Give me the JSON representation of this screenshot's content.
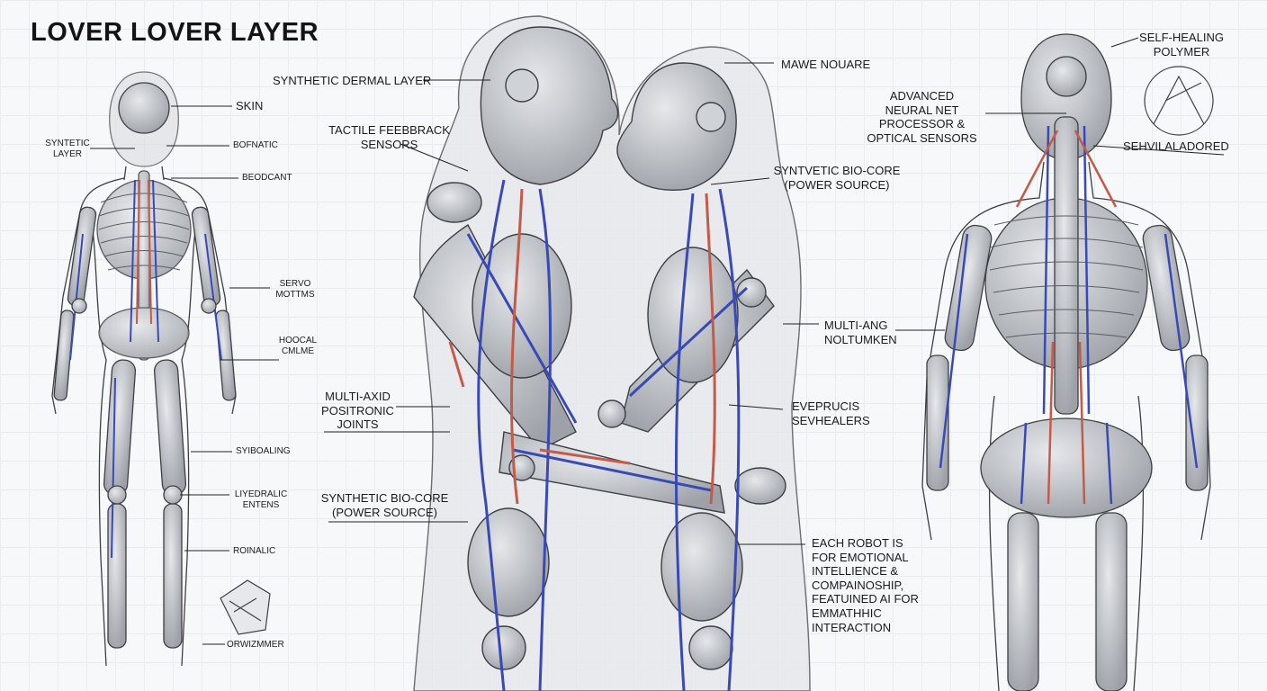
{
  "title": "LOVER LOVER LAYER",
  "palette": {
    "bone": "#bfc2c6",
    "line": "#3c3f44",
    "blue": "#3949b5",
    "red": "#c45a48",
    "background": "#f7f8f9"
  },
  "left_figure_labels": {
    "skin": "SKIN",
    "synthetic_layer": "SYNTETIC\nLAYER",
    "bofnatic": "BOFNATIC",
    "beodcant": "BEODCANT",
    "servo_motors": "SERVO\nMOTTMS",
    "hoocal_cmlme": "HOOCAL\nCMLME",
    "syiboaling": "SYIBOALING",
    "liyedralic_entens": "LIYEDRALIC\nENTENS",
    "roinalic": "ROINALIC",
    "orwizmmer": "ORWIZMMER"
  },
  "center_labels": {
    "synthetic_dermal_layer": "SYNTHETIC DERMAL LAYER",
    "tactile_feedback_sensors": "TACTILE FEEBBRACK\nSENSORS",
    "multi_axid_joints": "MULTI-AXID\nPOSITRONIC\nJOINTS",
    "bio_core_left": "SYNTHETIC BIO-CORE\n(POWER SOURCE)",
    "mawe_nouare": "MAWE NOUARE",
    "bio_core_right": "SYNTVETIC BIO-CORE\n(POWER SOURCE)",
    "multi_ang": "MULTI-ANG\nNOLTUMKEN",
    "eveprucis": "EVEPRUCIS\nSEVHEALERS",
    "description": "EACH ROBOT IS\nFOR EMOTIONAL\nINTELLIENCE &\nCOMPAINOSHIP,\nFEATUINED AI FOR\nEMMATHHIC\nINTERACTION"
  },
  "right_figure_labels": {
    "self_healing_polymer": "SELF-HEALING\nPOLYMER",
    "neural_net": "ADVANCED\nNEURAL NET\nPROCESSOR &\nOPTICAL SENSORS",
    "sehvilaldored": "SEHVILALADORED"
  }
}
